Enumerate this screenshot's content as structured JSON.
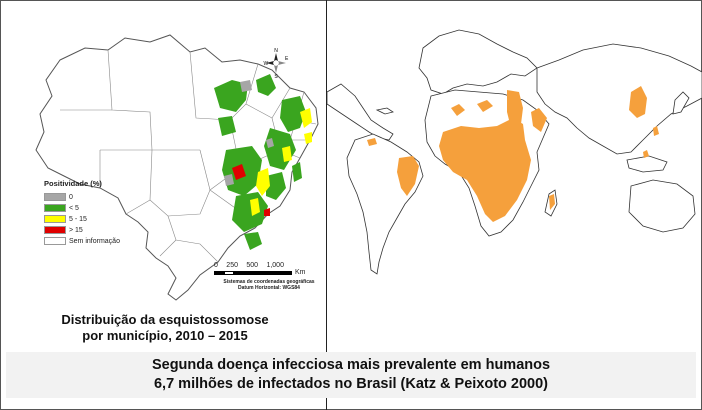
{
  "left_map": {
    "compass": {
      "north": "N",
      "south": "S",
      "east": "E",
      "west": "W"
    },
    "legend": {
      "title": "Positividade (%)",
      "items": [
        {
          "label": "0",
          "color": "#a6a6a6"
        },
        {
          "label": "< 5",
          "color": "#3aa51f"
        },
        {
          "label": "5 - 15",
          "color": "#ffff00"
        },
        {
          "label": "> 15",
          "color": "#e00000"
        },
        {
          "label": "Sem informação",
          "color": "#ffffff"
        }
      ]
    },
    "scale": {
      "ticks": [
        "0",
        "250",
        "500",
        "1,000"
      ],
      "unit": "Km",
      "notes": [
        "Sistemas de coordenadas geográficas",
        "Datum Horizontal: WGS84"
      ]
    },
    "caption_line1": "Distribuição da esquistossomose",
    "caption_line2": "por município, 2010 – 2015"
  },
  "right_map": {
    "endemic_color": "#f5a03c"
  },
  "footer": {
    "line1": "Segunda doença infecciosa mais prevalente em humanos",
    "line2": "6,7 milhões de infectados no Brasil (Katz & Peixoto 2000)"
  }
}
